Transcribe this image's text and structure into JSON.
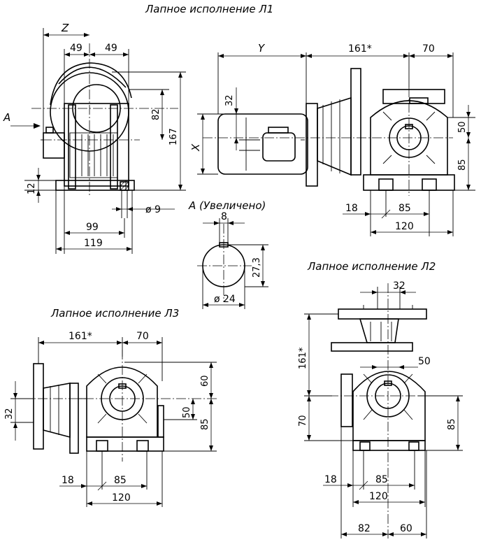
{
  "titles": {
    "l1": "Лапное исполнение Л1",
    "l2": "Лапное исполнение Л2",
    "l3": "Лапное исполнение Л3",
    "detail": "A (Увеличено)"
  },
  "view_l1_left": {
    "z": "Z",
    "a": "A",
    "d49a": "49",
    "d49b": "49",
    "d82": "82",
    "d167": "167",
    "d12": "12",
    "d9": "ø 9",
    "d99": "99",
    "d119": "119"
  },
  "view_l1_right": {
    "y": "Y",
    "x": "X",
    "d161": "161*",
    "d70": "70",
    "d32": "32",
    "d50": "50",
    "d85v": "85",
    "d18": "18",
    "d85h": "85",
    "d120": "120"
  },
  "detail_a": {
    "d8": "8",
    "d27": "27,3",
    "d24": "ø 24"
  },
  "view_l3": {
    "d161": "161*",
    "d70": "70",
    "d60": "60",
    "d50": "50",
    "d85": "85",
    "d32": "32",
    "d18": "18",
    "d85h": "85",
    "d120": "120"
  },
  "view_l2": {
    "d32": "32",
    "d161": "161*",
    "d50": "50",
    "d70": "70",
    "d85": "85",
    "d18": "18",
    "d85h": "85",
    "d120": "120",
    "d82": "82",
    "d60": "60"
  }
}
